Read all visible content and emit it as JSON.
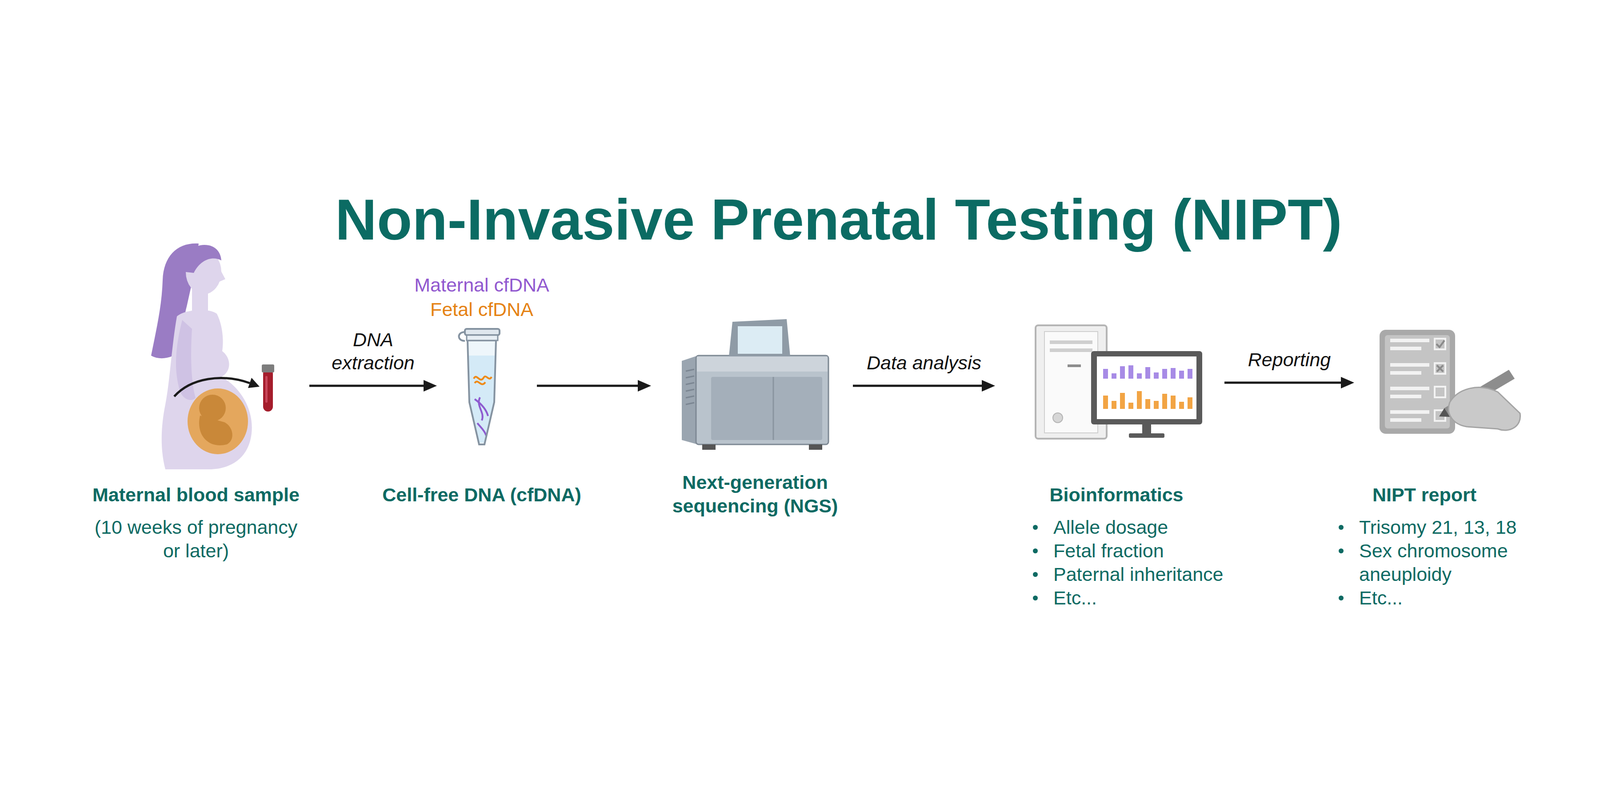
{
  "diagram": {
    "title": "Non-Invasive Prenatal Testing (NIPT)",
    "nodes": [
      {
        "text": [
          "Maternal blood sample",
          "(10 weeks of pregnancy or later)"
        ]
      },
      {
        "text": [
          "Cell-free DNA (cfDNA)"
        ]
      },
      {
        "text": [
          "Next-generation sequencing (NGS)"
        ]
      },
      {
        "text": [
          "Bioinformatics",
          "Allele dosage",
          "Fetal fraction",
          "Paternal inheritance",
          "Etc..."
        ]
      },
      {
        "text": [
          "NIPT report",
          "Trisomy 21, 13, 18",
          "Sex chromosome aneuploidy",
          "Etc..."
        ]
      }
    ],
    "edges": [
      {
        "from": 0,
        "to": 1,
        "arrow": "to",
        "label": "DNA extraction"
      },
      {
        "from": 1,
        "to": 2,
        "arrow": "to"
      },
      {
        "from": 2,
        "to": 3,
        "arrow": "to",
        "label": "Data analysis"
      },
      {
        "from": 3,
        "to": 4,
        "arrow": "to",
        "label": "Reporting"
      }
    ],
    "labels": [
      "Maternal cfDNA",
      "Fetal cfDNA"
    ]
  }
}
